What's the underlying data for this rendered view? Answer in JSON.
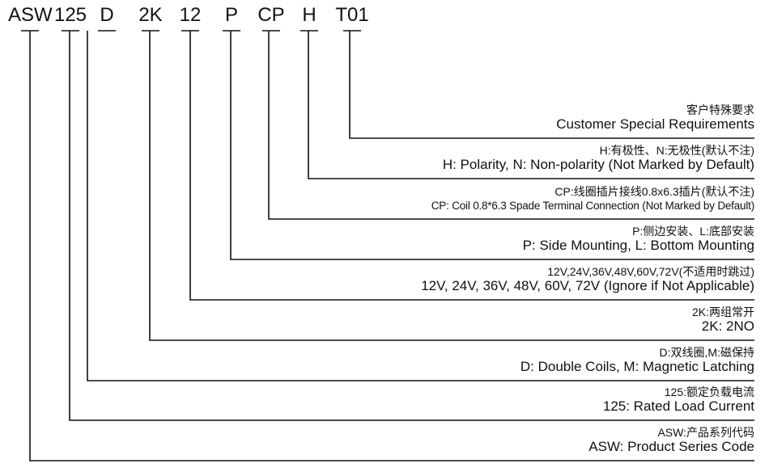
{
  "codes": [
    "ASW",
    "125",
    "D",
    "2K",
    "12",
    "P",
    "CP",
    "H",
    "T01"
  ],
  "rows": [
    {
      "cn": "客户特殊要求",
      "en": "Customer Special Requirements"
    },
    {
      "cn": "H:有极性、N:无极性(默认不注)",
      "en": "H: Polarity, N: Non-polarity (Not Marked by Default)"
    },
    {
      "cn": "CP:线圈插片接线0.8x6.3插片(默认不注)",
      "en": "CP: Coil 0.8*6.3 Spade Terminal Connection (Not Marked by Default)"
    },
    {
      "cn": "P:侧边安装、L:底部安装",
      "en": "P: Side Mounting, L: Bottom Mounting"
    },
    {
      "cn": "12V,24V,36V,48V,60V,72V(不适用时跳过)",
      "en": "12V, 24V, 36V, 48V, 60V, 72V (Ignore if Not Applicable)"
    },
    {
      "cn": "2K:两组常开",
      "en": "2K: 2NO"
    },
    {
      "cn": "D:双线圈,M:磁保持",
      "en": "D: Double Coils, M: Magnetic Latching"
    },
    {
      "cn": "125:额定负载电流",
      "en": "125: Rated Load Current"
    },
    {
      "cn": "ASW:产品系列代码",
      "en": "ASW: Product Series Code"
    }
  ],
  "colors": {
    "line": "#111111",
    "text": "#111111",
    "background": "#ffffff"
  }
}
